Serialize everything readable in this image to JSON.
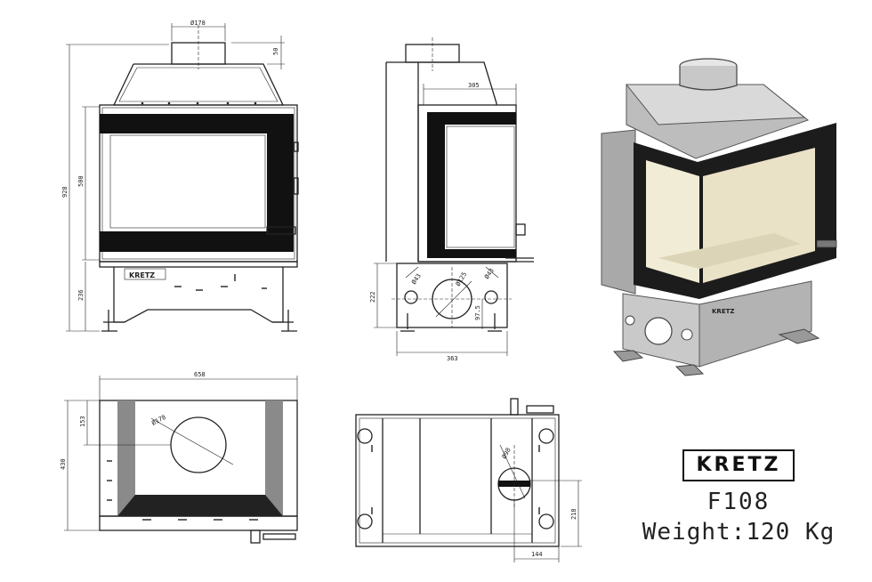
{
  "brand": {
    "logo_text": "KRETZ",
    "model": "F108",
    "weight": "Weight:120 Kg"
  },
  "front_view": {
    "flue_diameter": "Ø178",
    "flue_height": "50",
    "overall_height": "928",
    "glass_height": "500",
    "base_height": "236"
  },
  "side_view": {
    "depth": "305",
    "base_height": "222",
    "base_width": "363",
    "hole_small_1": "Ø43",
    "hole_large": "Ø125",
    "hole_small_2": "Ø43",
    "hole_center": "97.5"
  },
  "top_view": {
    "width": "658",
    "depth": "430",
    "flue_offset": "153",
    "flue_diameter": "Ø178"
  },
  "section_view": {
    "flue_diameter": "Ø98",
    "offset_y": "218",
    "offset_x": "144"
  }
}
